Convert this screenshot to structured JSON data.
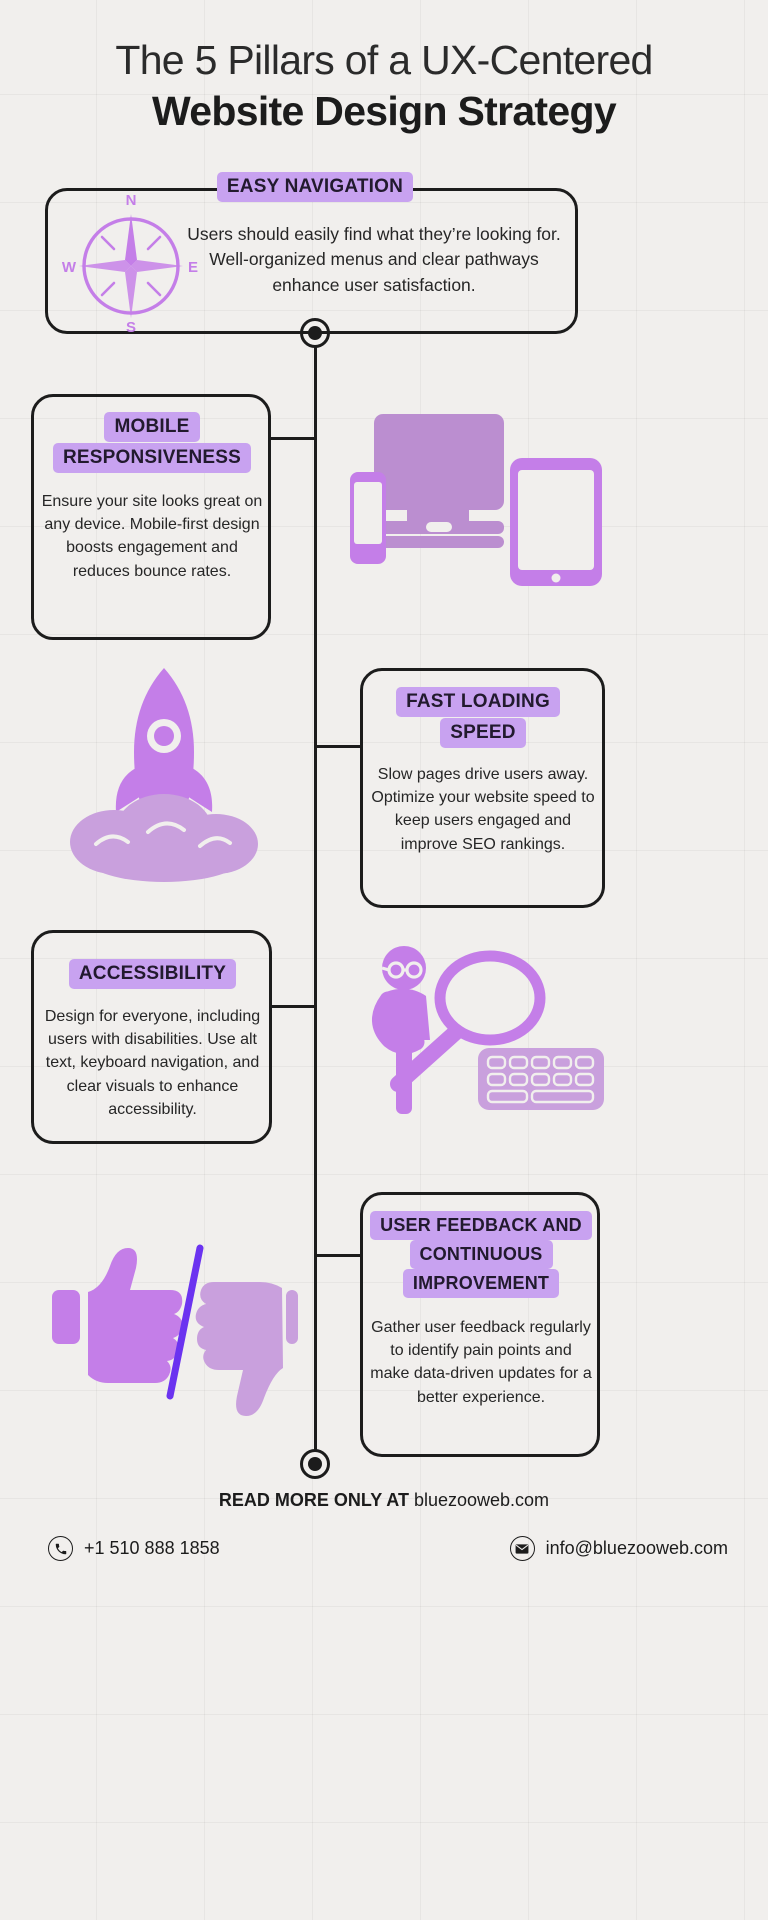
{
  "title": {
    "line1": "The 5 Pillars of a UX-Centered",
    "line2": "Website Design Strategy"
  },
  "theme": {
    "background": "#f1efed",
    "ink": "#1c1c1c",
    "badge_purple": "#c8a2f0",
    "illustration_purple": "#c47ee8",
    "illustration_purple_muted": "#bb8ed0",
    "accent_blue_violet": "#6b33f0"
  },
  "pillars": [
    {
      "id": "easy-navigation",
      "heading": "EASY NAVIGATION",
      "body": "Users should easily find what they’re looking for. Well-organized menus and clear pathways enhance user satisfaction.",
      "icon": "compass-icon",
      "compass_labels": {
        "north": "N",
        "east": "E",
        "south": "S",
        "west": "W"
      }
    },
    {
      "id": "mobile-responsiveness",
      "heading": "MOBILE RESPONSIVENESS",
      "body": "Ensure your site looks great on any device. Mobile-first design boosts engagement and reduces bounce rates.",
      "icon": "devices-icon"
    },
    {
      "id": "fast-loading-speed",
      "heading": "FAST LOADING SPEED",
      "body": "Slow pages drive users away. Optimize your website speed to keep users engaged and improve SEO rankings.",
      "icon": "rocket-icon"
    },
    {
      "id": "accessibility",
      "heading": "ACCESSIBILITY",
      "body": "Design for everyone, including users with disabilities. Use alt text, keyboard navigation, and clear visuals to enhance accessibility.",
      "icon": "person-magnifier-icon"
    },
    {
      "id": "user-feedback",
      "heading": "USER FEEDBACK AND CONTINUOUS IMPROVEMENT",
      "body": "Gather user feedback regularly to identify pain points and make data-driven updates for a better experience.",
      "icon": "thumbs-up-down-icon"
    }
  ],
  "footer": {
    "read_more_label": "READ MORE ONLY AT",
    "website": "bluezooweb.com",
    "phone": "+1 510 888 1858",
    "email": "info@bluezooweb.com",
    "phone_icon": "phone-icon",
    "email_icon": "envelope-icon"
  }
}
